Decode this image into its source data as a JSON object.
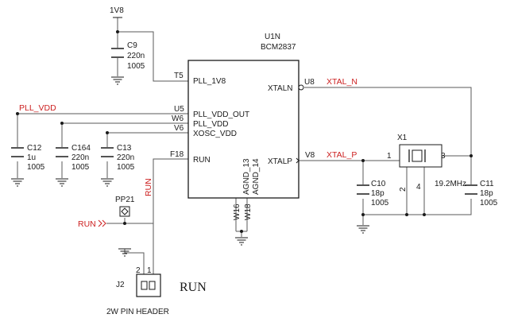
{
  "power": {
    "v1v8": "1V8"
  },
  "chip": {
    "ref": "U1N",
    "part": "BCM2837",
    "pins_left": [
      "PLL_1V8",
      "PLL_VDD_OUT",
      "PLL_VDD",
      "XOSC_VDD",
      "RUN"
    ],
    "pins_right": [
      "XTALN",
      "XTALP"
    ],
    "pins_bottom": [
      "AGND_13",
      "AGND_14"
    ],
    "pin_nums": {
      "t5": "T5",
      "u5": "U5",
      "w6": "W6",
      "v6": "V6",
      "f18": "F18",
      "u8": "U8",
      "v8": "V8",
      "w16": "W16",
      "w18": "W18"
    }
  },
  "nets": {
    "pll_vdd": "PLL_VDD",
    "xtal_n": "XTAL_N",
    "xtal_p": "XTAL_P",
    "run": "RUN",
    "run_vertical": "RUN"
  },
  "caps": {
    "c9": {
      "ref": "C9",
      "value": "220n",
      "size": "1005"
    },
    "c12": {
      "ref": "C12",
      "value": "1u",
      "size": "1005"
    },
    "c164": {
      "ref": "C164",
      "value": "220n",
      "size": "1005"
    },
    "c13": {
      "ref": "C13",
      "value": "220n",
      "size": "1005"
    },
    "c10": {
      "ref": "C10",
      "value": "18p",
      "size": "1005"
    },
    "c11": {
      "ref": "C11",
      "value": "18p",
      "size": "1005"
    }
  },
  "crystal": {
    "ref": "X1",
    "freq": "19.2MHz",
    "pin1": "1",
    "pin2": "2",
    "pin3": "3",
    "pin4": "4"
  },
  "testpoint": {
    "ref": "PP21"
  },
  "header": {
    "ref": "J2",
    "desc": "2W PIN HEADER",
    "pin1": "1",
    "pin2": "2",
    "big_label": "RUN"
  },
  "colors": {
    "wire": "#5a5a5a",
    "net": "#cc1f1f",
    "ink": "#1a1a1a"
  }
}
